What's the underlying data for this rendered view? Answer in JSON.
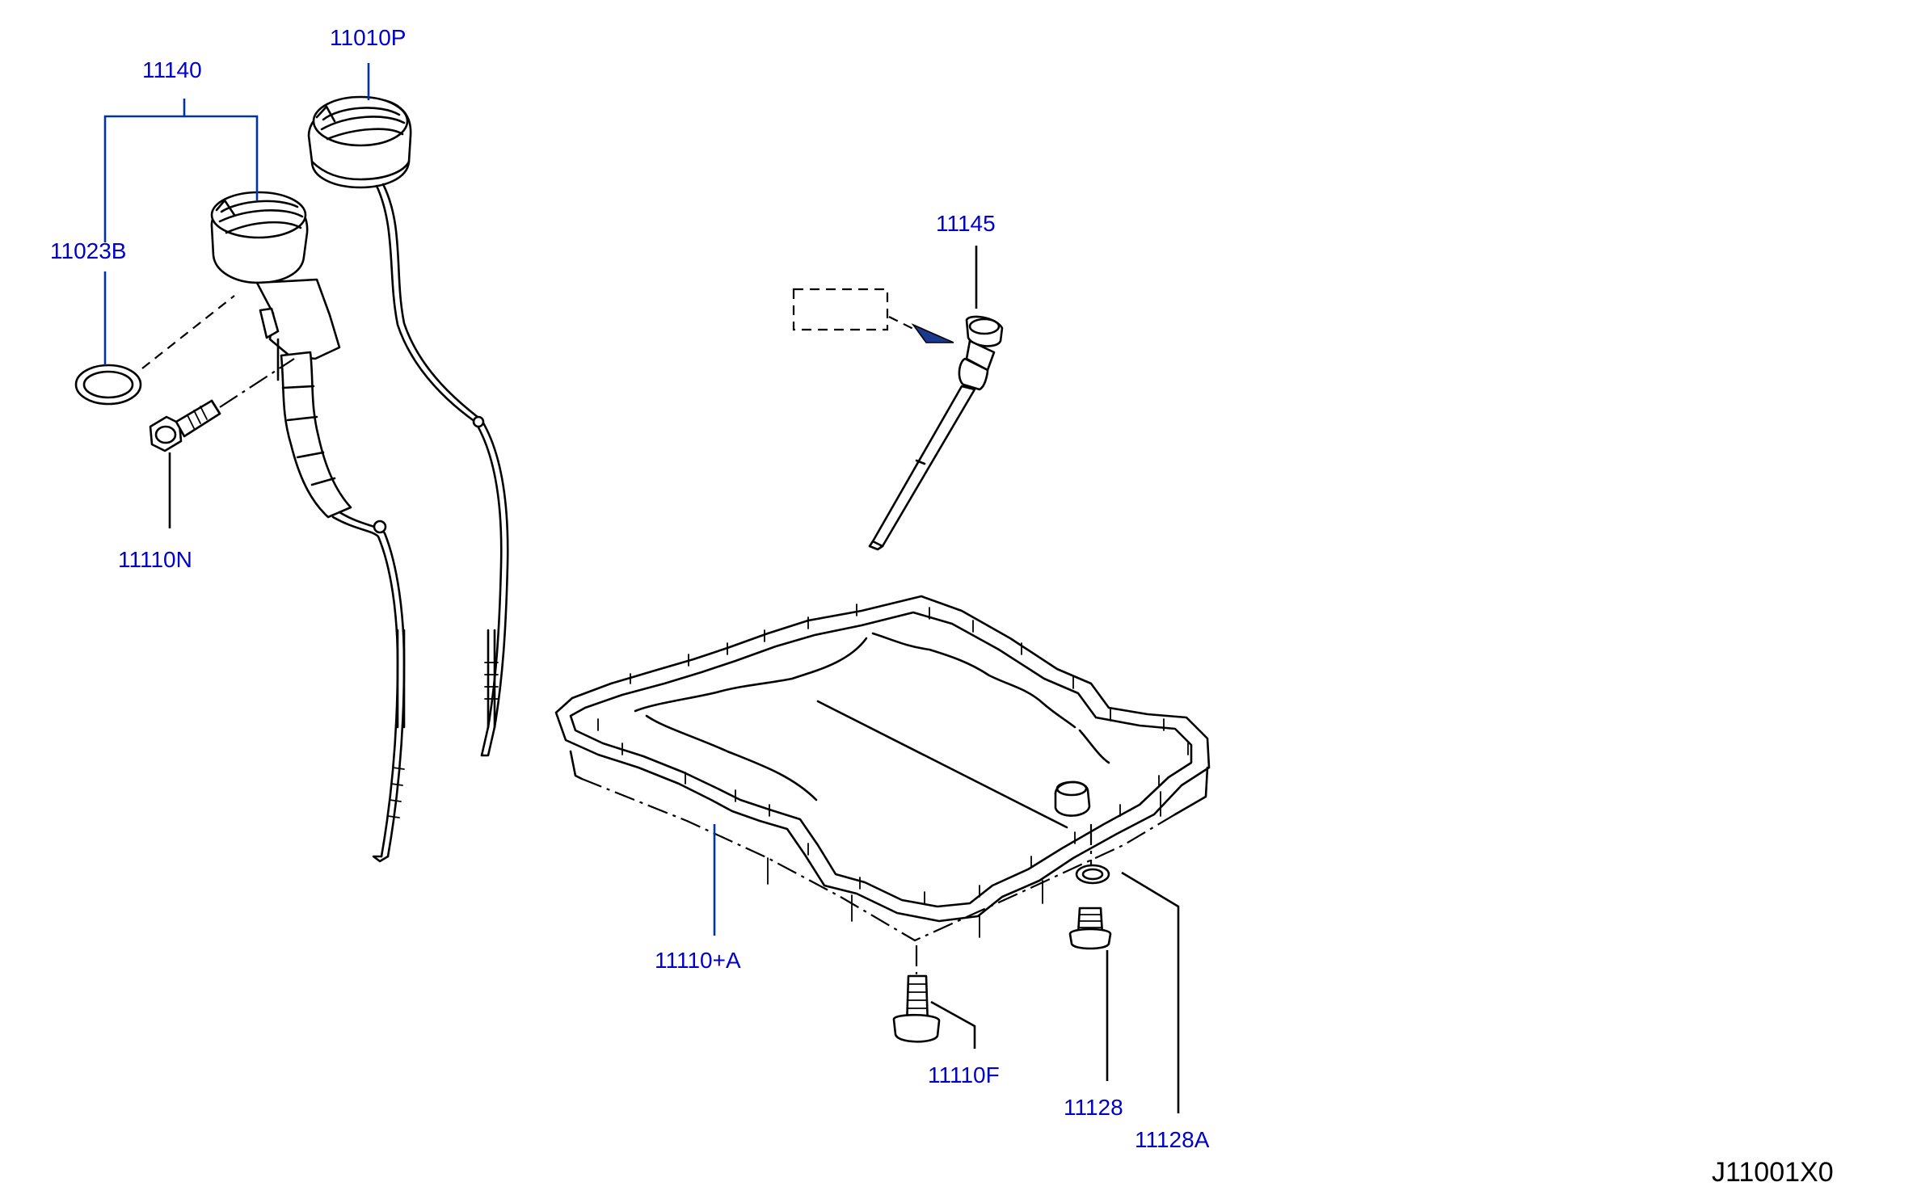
{
  "parts": {
    "p11140": "11140",
    "p11010P": "11010P",
    "p11023B": "11023B",
    "p11110N": "11110N",
    "p11145": "11145",
    "p11110A": "11110+A",
    "p11110F": "11110F",
    "p11128": "11128",
    "p11128A": "11128A"
  },
  "diagram_code": "J11001X0",
  "colors": {
    "label": "#0000cc",
    "leader": "#0033aa",
    "line": "#000000",
    "arrow": "#1a3a8f"
  }
}
